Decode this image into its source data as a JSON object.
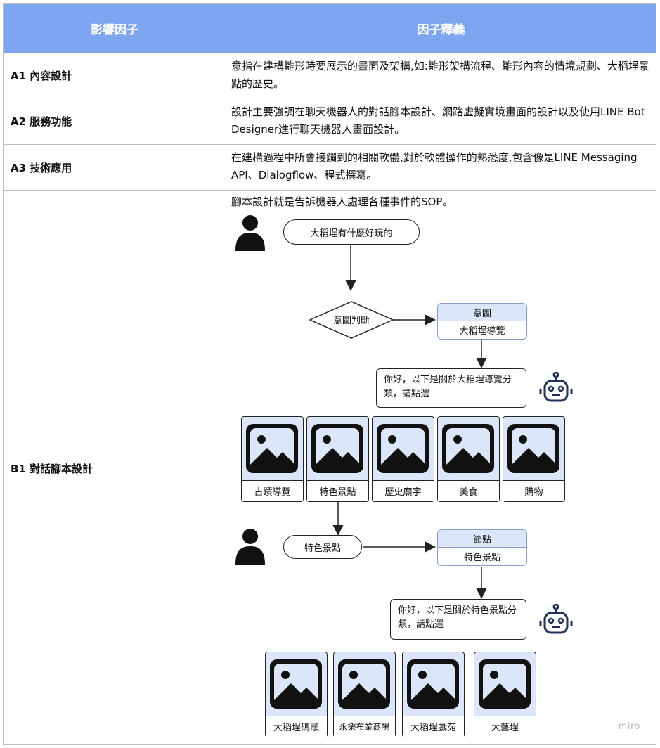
{
  "header": {
    "col1": "影響因子",
    "col2": "因子釋義"
  },
  "rows": [
    {
      "label": "A1 內容設計",
      "text": "意指在建構雛形時要展示的畫面及架構,如:雛形架構流程、雛形內容的情境規劃、大稻埕景點的歷史。"
    },
    {
      "label": "A2 服務功能",
      "text": "設計主要強調在聊天機器人的對話腳本設計、網路虛擬實境畫面的設計以及使用LINE Bot Designer進行聊天機器人畫面設計。"
    },
    {
      "label": "A3 技術應用",
      "text": "在建構過程中所會接觸到的相關軟體,對於軟體操作的熟悉度,包含像是LINE Messaging API、Dialogflow、程式撰寫。"
    },
    {
      "label": "B1 對話腳本設計",
      "text": "腳本設計就是告訴機器人處理各種事件的SOP。"
    }
  ],
  "flow": {
    "user_query_1": "大稻埕有什麼好玩的",
    "decision": "意圖判斷",
    "intent_node": {
      "title": "意圖",
      "value": "大稻埕導覽"
    },
    "bot_reply_1": "你好，以下是關於大稻埕導覽分類，請點選",
    "cards_1": [
      "古蹟導覽",
      "特色景點",
      "歷史廟宇",
      "美食",
      "購物"
    ],
    "user_query_2": "特色景點",
    "node_2": {
      "title": "節點",
      "value": "特色景點"
    },
    "bot_reply_2": "你好，以下是關於特色景點分類，請點選",
    "cards_2": [
      "大稻埕碼頭",
      "永樂布業商場",
      "大稻埕戲苑",
      "大藝埕"
    ],
    "icons": [
      "user-icon",
      "robot-icon",
      "image-placeholder-icon"
    ]
  },
  "watermark": "miro"
}
